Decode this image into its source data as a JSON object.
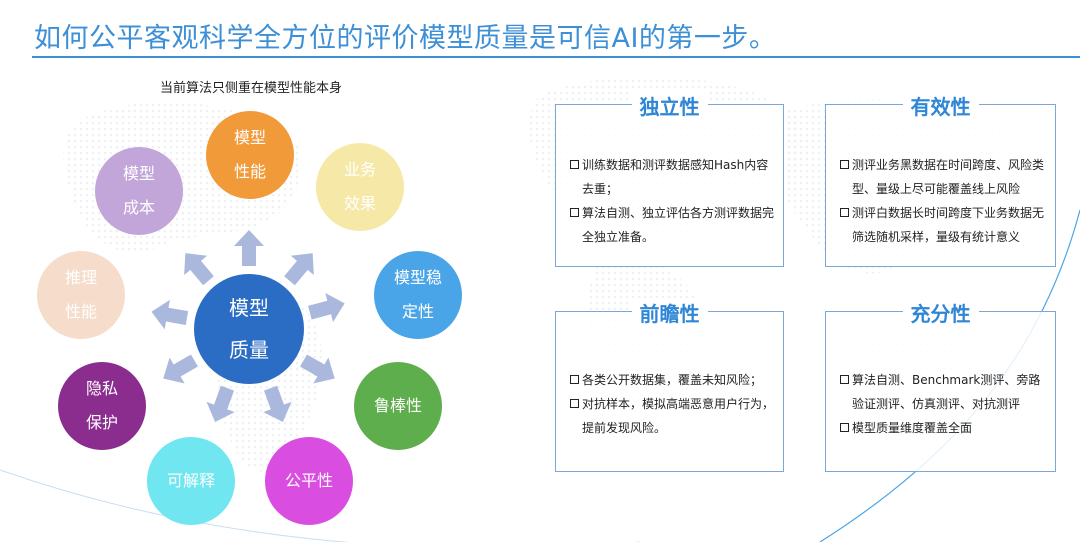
{
  "slide": {
    "title": "如何公平客观科学全方位的评价模型质量是可信AI的第一步。"
  },
  "diagram": {
    "caption": "当前算法只侧重在模型性能本身",
    "center": {
      "line1": "模型",
      "line2": "质量",
      "color": "#2b6cc4"
    },
    "nodes": [
      {
        "id": "performance",
        "line1": "模型",
        "line2": "性能",
        "color": "#f19a3a"
      },
      {
        "id": "business",
        "line1": "业务",
        "line2": "效果",
        "color": "#f6e9a8"
      },
      {
        "id": "stability",
        "line1": "模型稳",
        "line2": "定性",
        "color": "#4aa5e8"
      },
      {
        "id": "robustness",
        "line1": "鲁棒性",
        "line2": "",
        "color": "#5fae4d"
      },
      {
        "id": "fairness",
        "line1": "公平性",
        "line2": "",
        "color": "#d94ee0"
      },
      {
        "id": "explainability",
        "line1": "可解释",
        "line2": "",
        "color": "#6fe6f0"
      },
      {
        "id": "privacy",
        "line1": "隐私",
        "line2": "保护",
        "color": "#8a2d8f"
      },
      {
        "id": "inference",
        "line1": "推理",
        "line2": "性能",
        "color": "#f6dcca"
      },
      {
        "id": "cost",
        "line1": "模型",
        "line2": "成本",
        "color": "#c3a6d9"
      }
    ],
    "arrow_color": "#a9b8dc"
  },
  "panels": [
    {
      "id": "independence",
      "title": "独立性",
      "bullets": [
        "训练数据和测评数据感知Hash内容去重；",
        "算法自测、独立评估各方测评数据完全独立准备。"
      ]
    },
    {
      "id": "validity",
      "title": "有效性",
      "bullets": [
        "测评业务黑数据在时间跨度、风险类型、量级上尽可能覆盖线上风险",
        "测评白数据长时间跨度下业务数据无筛选随机采样，量级有统计意义"
      ]
    },
    {
      "id": "foresight",
      "title": "前瞻性",
      "bullets": [
        "各类公开数据集，覆盖未知风险；",
        "对抗样本，模拟高端恶意用户行为，提前发现风险。"
      ]
    },
    {
      "id": "sufficiency",
      "title": "充分性",
      "bullets": [
        "算法自测、Benchmark测评、旁路验证测评、仿真测评、对抗测评",
        "模型质量维度覆盖全面"
      ]
    }
  ],
  "colors": {
    "accent": "#3d8fd6",
    "panel_border": "#7aa7d8",
    "panel_title": "#2f86d4"
  }
}
